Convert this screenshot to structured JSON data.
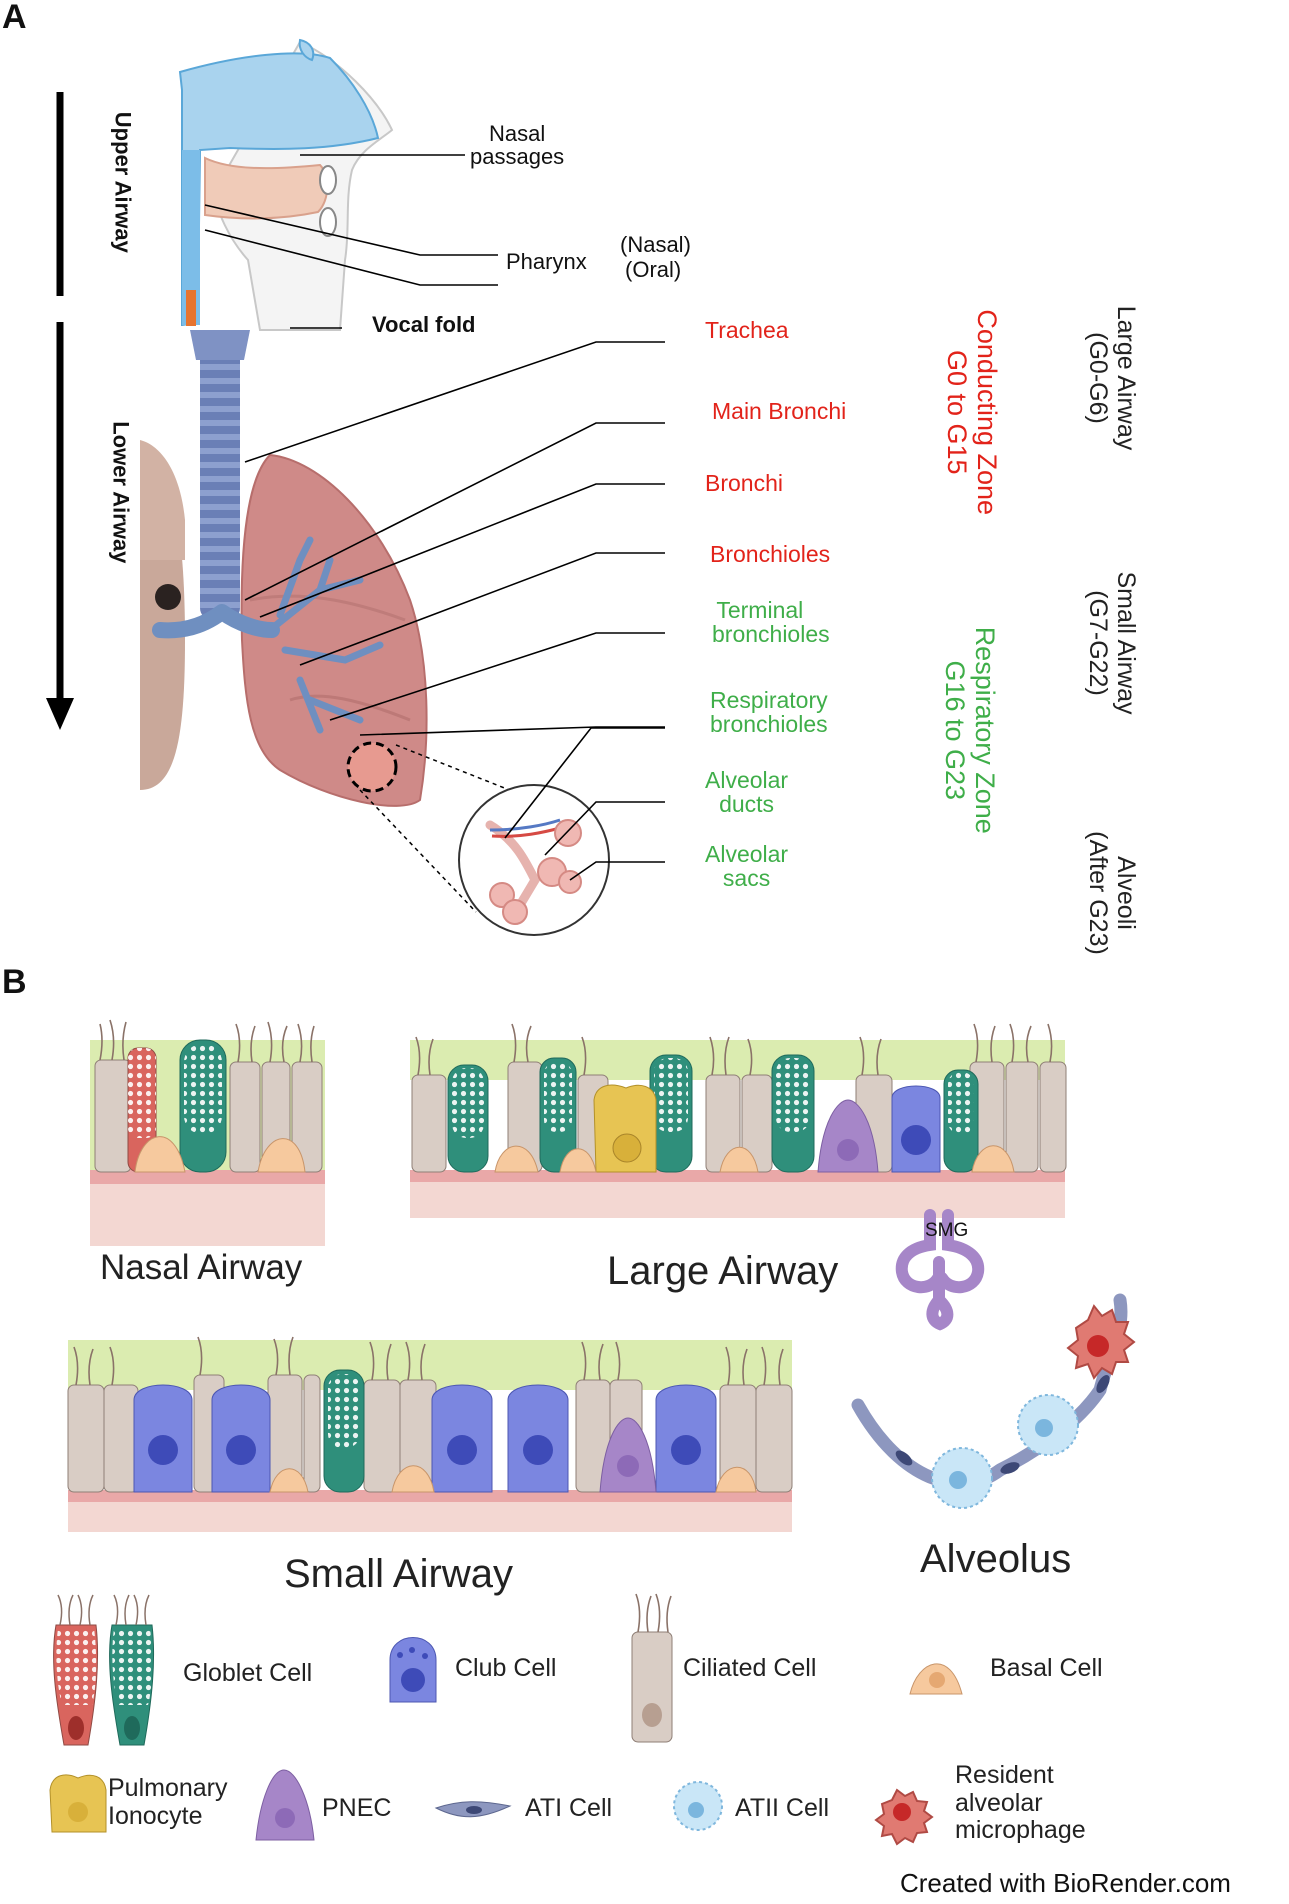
{
  "panel_a": {
    "letter": "A",
    "upper_airway": "Upper Airway",
    "lower_airway": "Lower Airway",
    "nasal_passages": [
      "Nasal",
      "passages"
    ],
    "pharynx": "Pharynx",
    "pharynx_nasal": "(Nasal)",
    "pharynx_oral": "(Oral)",
    "vocal_fold": "Vocal fold",
    "trachea": "Trachea",
    "main_bronchi": "Main Bronchi",
    "bronchi": "Bronchi",
    "bronchioles": "Bronchioles",
    "terminal_bronchioles": [
      "Terminal",
      "bronchioles"
    ],
    "respiratory_bronchioles": [
      "Respiratory",
      "bronchioles"
    ],
    "alveolar_ducts": [
      "Alveolar",
      "ducts"
    ],
    "alveolar_sacs": [
      "Alveolar",
      "sacs"
    ],
    "conducting_zone": [
      "Conducting Zone",
      "G0 to G15"
    ],
    "respiratory_zone": [
      "Respiratory Zone",
      "G16 to G23"
    ],
    "large_airway": [
      "Large Airway",
      "(G0-G6)"
    ],
    "small_airway": [
      "Small Airway",
      "(G7-G22)"
    ],
    "alveoli": [
      "Alveoli",
      "(After G23)"
    ]
  },
  "panel_b": {
    "letter": "B",
    "nasal_airway": "Nasal Airway",
    "large_airway": "Large Airway",
    "small_airway": "Small Airway",
    "alveolus": "Alveolus",
    "smg": "SMG"
  },
  "legend": {
    "goblet": "Globlet Cell",
    "club": "Club Cell",
    "ciliated": "Ciliated Cell",
    "basal": "Basal Cell",
    "ionocyte": [
      "Pulmonary",
      "Ionocyte"
    ],
    "pnec": "PNEC",
    "ati": "ATI Cell",
    "atii": "ATII Cell",
    "macrophage": [
      "Resident",
      "alveolar",
      "microphage"
    ]
  },
  "credit": "Created with BioRender.com",
  "colors": {
    "conducting": "#e2231a",
    "respiratory": "#3fae49",
    "airway_blue": "#a9d3ee",
    "lung": "#cf8a88",
    "bronchial_tree": "#6f8fc0",
    "ciliated": "#d9cdc5",
    "goblet_green": "#2f8f7b",
    "goblet_red": "#d9655e",
    "club": "#7b86e0",
    "basal": "#f6c99e",
    "ionocyte": "#e7c453",
    "pnec": "#a686c8",
    "mucus": "#dbecb0"
  }
}
